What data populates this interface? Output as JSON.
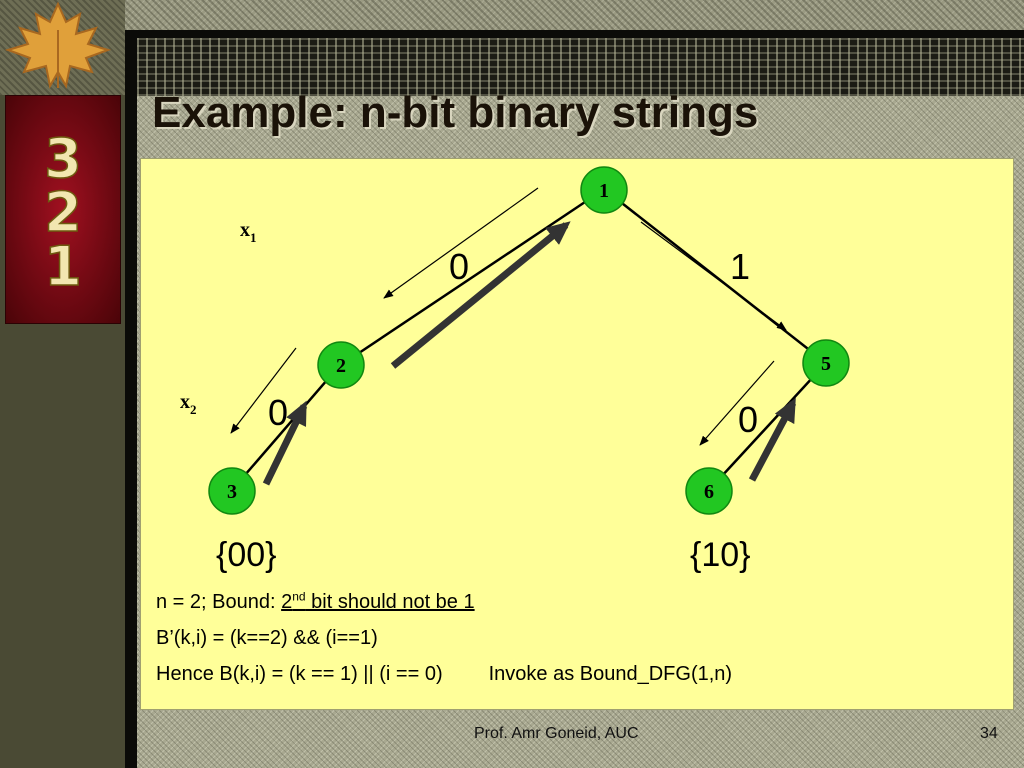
{
  "title": "Example: n-bit binary strings",
  "tree": {
    "nodes": [
      {
        "label": "1",
        "color": "#22c722"
      },
      {
        "label": "2",
        "color": "#22c722"
      },
      {
        "label": "5",
        "color": "#22c722"
      },
      {
        "label": "3",
        "color": "#22c722"
      },
      {
        "label": "6",
        "color": "#22c722"
      }
    ],
    "edge_labels": [
      "0",
      "1",
      "0",
      "0"
    ],
    "variables": {
      "x1": {
        "base": "x",
        "sub": "1"
      },
      "x2": {
        "base": "x",
        "sub": "2"
      }
    }
  },
  "results": [
    "{00}",
    "{10}"
  ],
  "text": {
    "bound_prefix": "n = 2; Bound: ",
    "bound_ordinal": "2",
    "bound_sup": "nd",
    "bound_rest": " bit should not be 1",
    "bprime": "B’(k,i) = (k==2) && (i==1)",
    "hence": "Hence B(k,i) = (k == 1) || (i == 0)",
    "invoke": "Invoke as Bound_DFG(1,n)"
  },
  "footer": {
    "author": "Prof. Amr Goneid, AUC",
    "slide_number": "34"
  },
  "colors": {
    "panel_bg": "#ffff99",
    "node_fill": "#22c722",
    "title_text": "#1a1208"
  },
  "logo_text": [
    "3",
    "2",
    "1"
  ]
}
